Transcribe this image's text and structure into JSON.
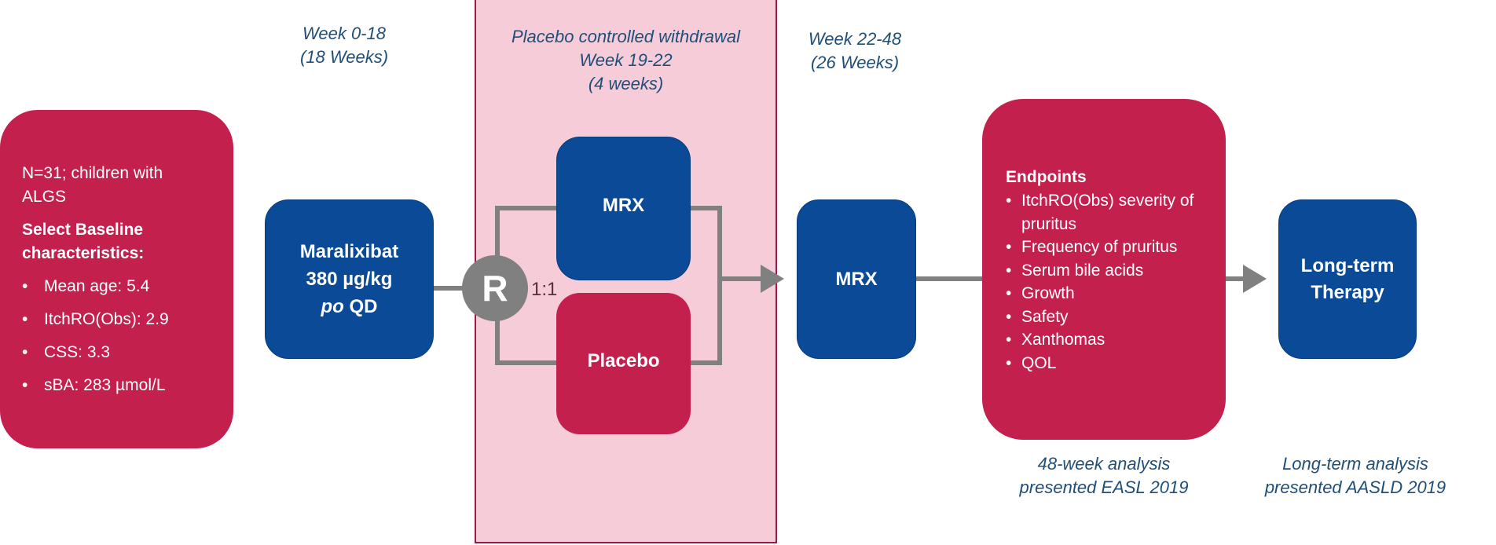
{
  "colors": {
    "crimson": "#c4204e",
    "navy": "#0a4a96",
    "panel_fill": "#f6ccd8",
    "panel_border": "#9b1b48",
    "connector_gray": "#808080",
    "label_blue": "#1f4e79"
  },
  "phases": {
    "phase1": {
      "line1": "Week 0-18",
      "line2": "(18 Weeks)"
    },
    "phase2": {
      "line1": "Placebo controlled withdrawal",
      "line2": "Week 19-22",
      "line3": "(4 weeks)"
    },
    "phase3": {
      "line1": "Week 22-48",
      "line2": "(26 Weeks)"
    }
  },
  "population": {
    "intro": "N=31; children with ALGS",
    "heading": "Select Baseline characteristics:",
    "items": [
      "Mean age: 5.4",
      "ItchRO(Obs): 2.9",
      "CSS: 3.3",
      "sBA: 283 µmol/L"
    ]
  },
  "treatment": {
    "line1": "Maralixibat",
    "line2": "380 µg/kg",
    "line3_italic": "po",
    "line3_rest": " QD"
  },
  "randomization": {
    "symbol": "R",
    "ratio": "1:1"
  },
  "arms": {
    "active": "MRX",
    "placebo": "Placebo"
  },
  "open_label": {
    "label": "MRX"
  },
  "endpoints": {
    "heading": "Endpoints",
    "items": [
      "ItchRO(Obs) severity of pruritus",
      "Frequency of pruritus",
      "Serum bile acids",
      "Growth",
      "Safety",
      "Xanthomas",
      "QOL"
    ]
  },
  "long_term": {
    "line1": "Long-term",
    "line2": "Therapy"
  },
  "analyses": {
    "a48": {
      "line1": "48-week analysis",
      "line2": "presented EASL 2019"
    },
    "along": {
      "line1": "Long-term analysis",
      "line2": "presented AASLD 2019"
    }
  }
}
